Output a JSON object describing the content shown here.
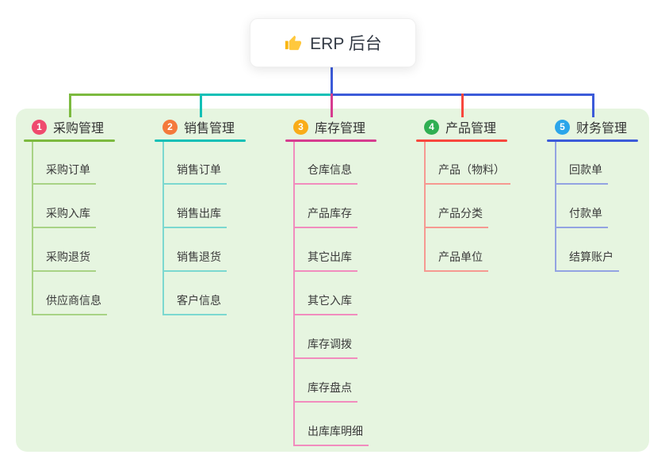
{
  "root": {
    "title": "ERP 后台",
    "icon": "thumbs-up"
  },
  "canvas": {
    "background": "#ffffff",
    "panel_background": "#e6f5e0",
    "root_card_background": "#ffffff",
    "text_color": "#333333"
  },
  "branches": [
    {
      "index": "1",
      "label": "采购管理",
      "badge_color": "#ef4a6e",
      "line_color": "#7cba3f",
      "child_line_color": "#a8d385",
      "children": [
        "采购订单",
        "采购入库",
        "采购退货",
        "供应商信息"
      ]
    },
    {
      "index": "2",
      "label": "销售管理",
      "badge_color": "#f4793b",
      "line_color": "#13c0b6",
      "child_line_color": "#7bd8d0",
      "children": [
        "销售订单",
        "销售出库",
        "销售退货",
        "客户信息"
      ]
    },
    {
      "index": "3",
      "label": "库存管理",
      "badge_color": "#f9ac18",
      "line_color": "#d63c8f",
      "child_line_color": "#f18cbe",
      "children": [
        "仓库信息",
        "产品库存",
        "其它出库",
        "其它入库",
        "库存调拨",
        "库存盘点",
        "出库库明细"
      ]
    },
    {
      "index": "4",
      "label": "产品管理",
      "badge_color": "#2faf52",
      "line_color": "#f8473d",
      "child_line_color": "#f69991",
      "children": [
        "产品（物料）",
        "产品分类",
        "产品单位"
      ]
    },
    {
      "index": "5",
      "label": "财务管理",
      "badge_color": "#2ba5ea",
      "line_color": "#3c5bd9",
      "child_line_color": "#93a3e2",
      "children": [
        "回款单",
        "付款单",
        "结算账户"
      ]
    }
  ]
}
